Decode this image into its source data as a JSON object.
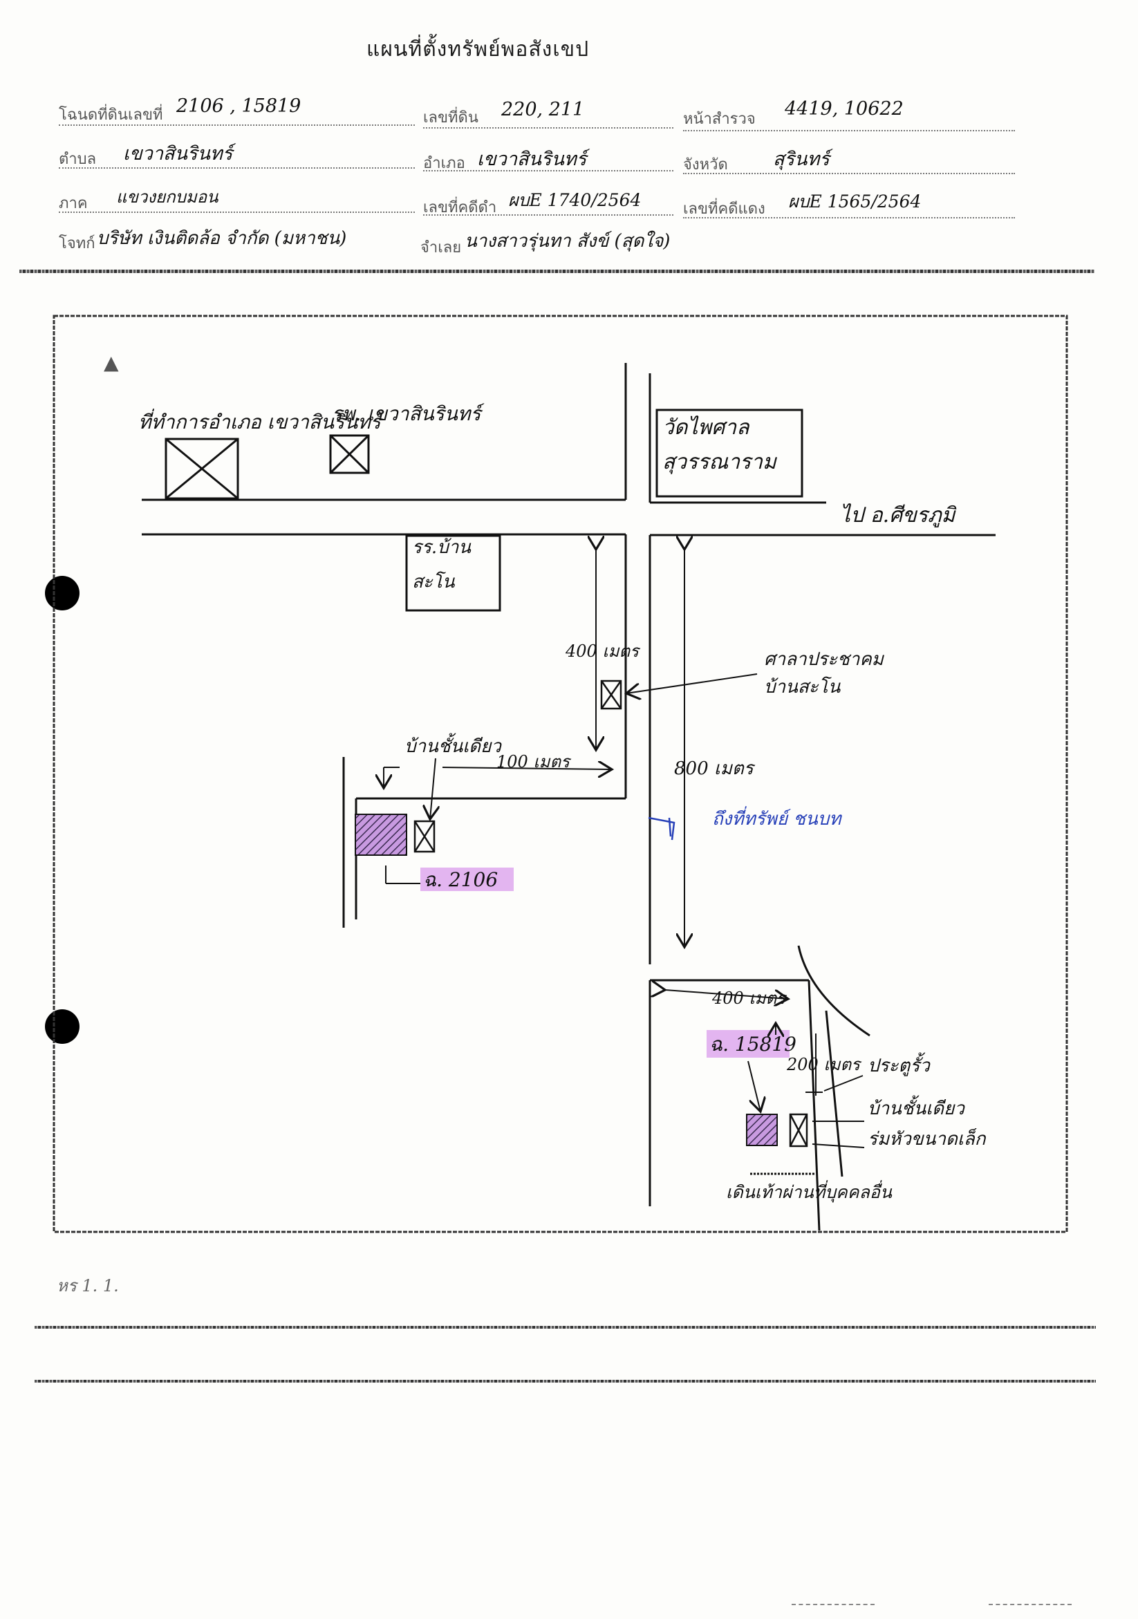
{
  "header": {
    "title": "แผนที่ตั้งทรัพย์พอสังเขป",
    "land_no_label": "โฉนดที่ดินเลขที่",
    "land_no": "2106 , 15819",
    "parcel_no_label": "เลขที่ดิน",
    "parcel_no": "220, 211",
    "survey_page_label": "หน้าสำรวจ",
    "survey_page": "4419, 10622",
    "subdistrict_label": "ตำบล",
    "subdistrict": "เขวาสินรินทร์",
    "district_label": "อำเภอ",
    "district": "เขวาสินรินทร์",
    "province_label": "จังหวัด",
    "province": "สุรินทร์",
    "case_area_label": "ภาค",
    "case_area": "แขวงยกบมอน",
    "case_no_label": "เลขที่คดีดำ",
    "case_no": "ผบE 1740/2564",
    "red_case_label": "เลขที่คดีแดง",
    "red_case_no": "ผบE 1565/2564",
    "plaintiff_label": "โจทก์",
    "plaintiff": "บริษัท เงินติดล้อ จำกัด (มหาชน)",
    "defendant_label": "จำเลย",
    "defendant": "นางสาวรุ่นทา สังข์ (สุดใจ)"
  },
  "map": {
    "north_marker": "▲",
    "office_label": "ที่ทำการอำเภอ เขวาสินรินทร์",
    "hospital_label": "รพ. เขวาสินรินทร์",
    "temple_label": "วัดไพศาล สุวรรณาราม",
    "to_city_label": "ไป อ.ศีขรภูมิ",
    "school_label": "รร.บ้าน สะโน",
    "pavilion_label": "ศาลาประชาคม บ้านสะโน",
    "dist_400_label": "400 เมตร",
    "dist_800_label": "800 เมตร",
    "house_left_label": "บ้านชั้นเดียว",
    "dist_100_label": "100 เมตร",
    "plot_left_label": "ฉ. 2106",
    "blue_annotation": "ถึงที่ทรัพย์ ชนบท",
    "dist_400b_label": "400 เมตร",
    "plot_right_label": "ฉ. 15819",
    "dist_200_label": "200 เมตร",
    "gate_label": "ประตูรั้ว",
    "house_right_label": "บ้านชั้นเดียว",
    "shed_label": "ร่มหัวขนาดเล็ก",
    "access_label": "เดินเท้าผ่านที่บุคคลอื่น"
  },
  "footer": {
    "stamp_text": "หร 1. 1."
  },
  "colors": {
    "highlight": "#e3b5f0",
    "plot_fill": "#b57bd0",
    "blue_ink": "#2740b8"
  }
}
